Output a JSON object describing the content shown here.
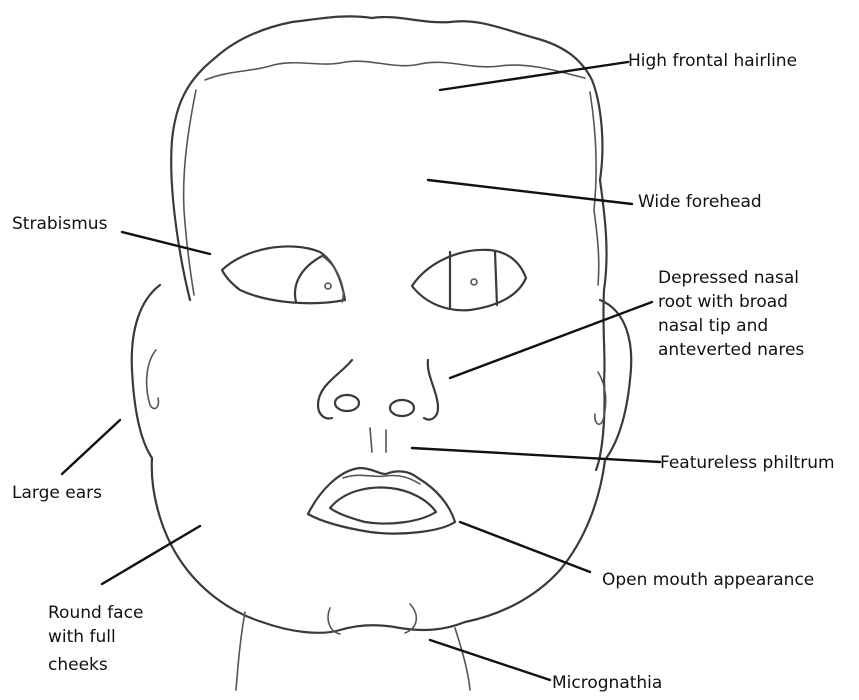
{
  "labels": {
    "hairline": "High frontal hairline",
    "forehead": "Wide forehead",
    "strabismus": "Strabismus",
    "nasal_line1": "Depressed nasal",
    "nasal_line2": "root with broad",
    "nasal_line3": "nasal tip and",
    "nasal_line4": "anteverted nares",
    "philtrum": "Featureless philtrum",
    "ears": "Large ears",
    "mouth": "Open mouth appearance",
    "face_line1": "Round face",
    "face_line2": "with full",
    "face_line3": "cheeks",
    "micrognathia": "Micrognathia"
  }
}
